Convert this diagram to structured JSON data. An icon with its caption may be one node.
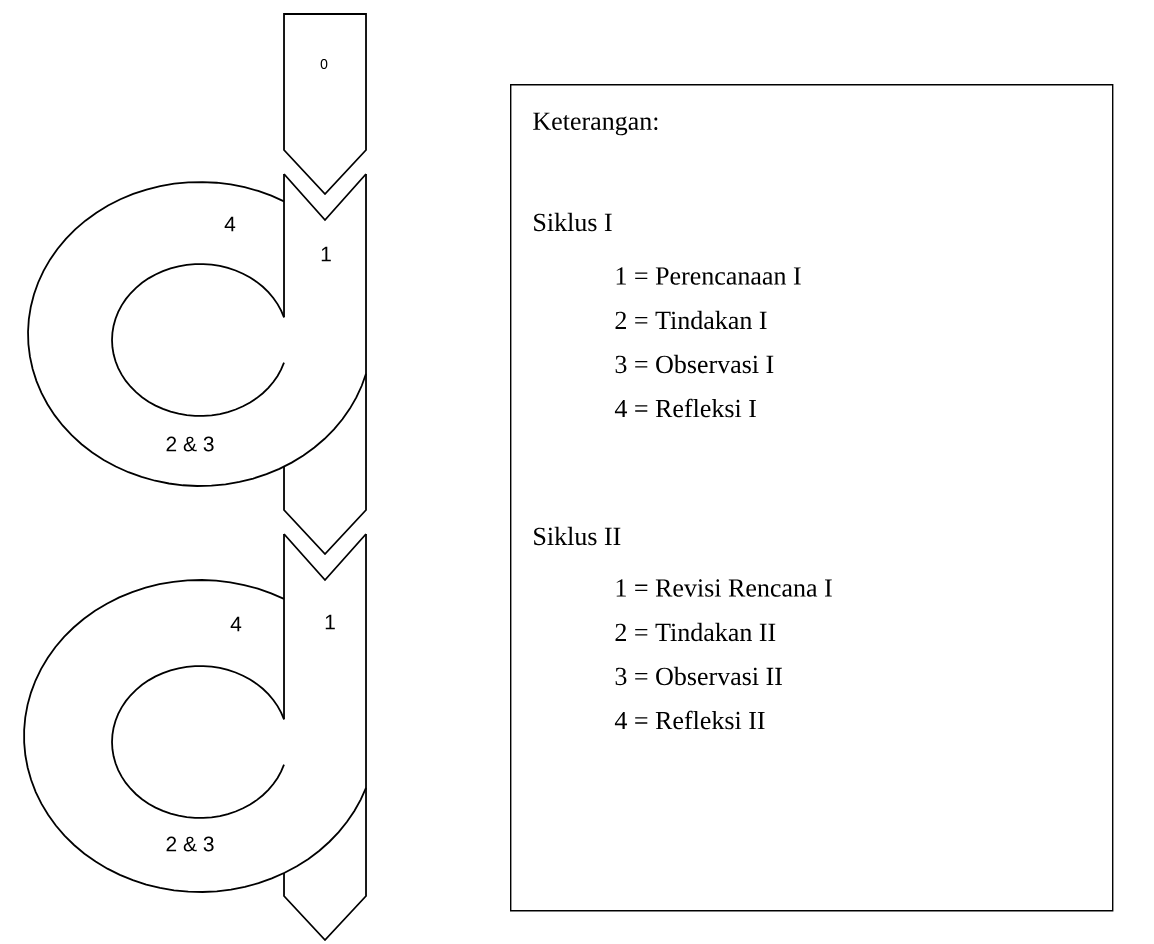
{
  "diagram": {
    "nodes": [
      {
        "text": [
          "Keterangan:",
          "Siklus I",
          "1 = Perencanaan I",
          "2 = Tindakan I",
          "3 = Observasi I",
          "4 = Refleksi I",
          "Siklus II",
          "1 = Revisi Rencana I",
          "2 = Tindakan II",
          "3 = Observasi II",
          "4 = Refleksi II"
        ]
      }
    ],
    "labels": [
      "0",
      "4",
      "1",
      "2 & 3",
      "4",
      "1",
      "2 & 3"
    ]
  }
}
